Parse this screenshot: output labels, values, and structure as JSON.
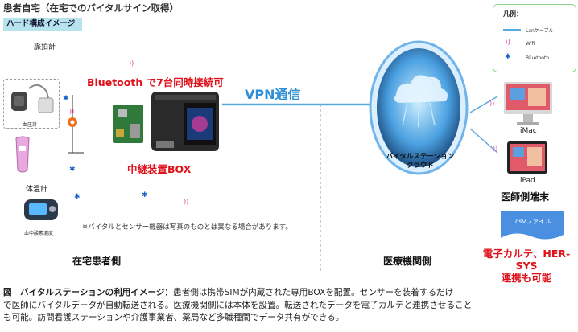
{
  "header": {
    "title": "患者自宅（在宅でのバイタルサイン取得）",
    "badge": "ハード構成イメージ"
  },
  "devices": {
    "pulse_meter": "脈拍計",
    "bp_meter": "血圧計",
    "thermometer": "体温計",
    "oximeter": "血中酸素濃度"
  },
  "bluetooth_label": "Bluetooth で7台同時接続可",
  "relay_box": "中継装置BOX",
  "vpn": "VPN通信",
  "note": "※バイタルとセンサー機器は写真のものとは異なる場合があります。",
  "patient_side": "在宅患者側",
  "cloud": {
    "line1": "バイタルステーション",
    "line2": "クラウド"
  },
  "medical_side": "医療機関側",
  "terminals": {
    "imac": "iMac",
    "ipad": "iPad",
    "doctor_side": "医師側端末",
    "csv": "csvファイル"
  },
  "ehr": {
    "line1": "電子カルテ、HER-SYS",
    "line2": "連携も可能"
  },
  "legend": {
    "title": "凡例：",
    "lan": "Lanケーブル",
    "wifi": "Wifi",
    "bluetooth": "Bluetooth"
  },
  "caption": {
    "lead": "図　バイタルステーションの利用イメージ：",
    "line1": "患者側は携帯SIMが内蔵された専用BOXを配置。センサーを装着するだけ",
    "line2": "で医師にバイタルデータが自動転送される。医療機関側には本体を設置。転送されたデータを電子カルテと連携させること",
    "line3": "も可能。訪問看護ステーションや介護事業者、薬局など多職種間でデータ共有ができる。"
  },
  "colors": {
    "badge_bg": "#b7e4ec",
    "accent_red": "#e0101a",
    "vpn_blue": "#2f8fd6",
    "bluetooth_blue": "#1a5fc8",
    "wifi_pink": "#e23ca0",
    "legend_border": "#8cd48c"
  }
}
